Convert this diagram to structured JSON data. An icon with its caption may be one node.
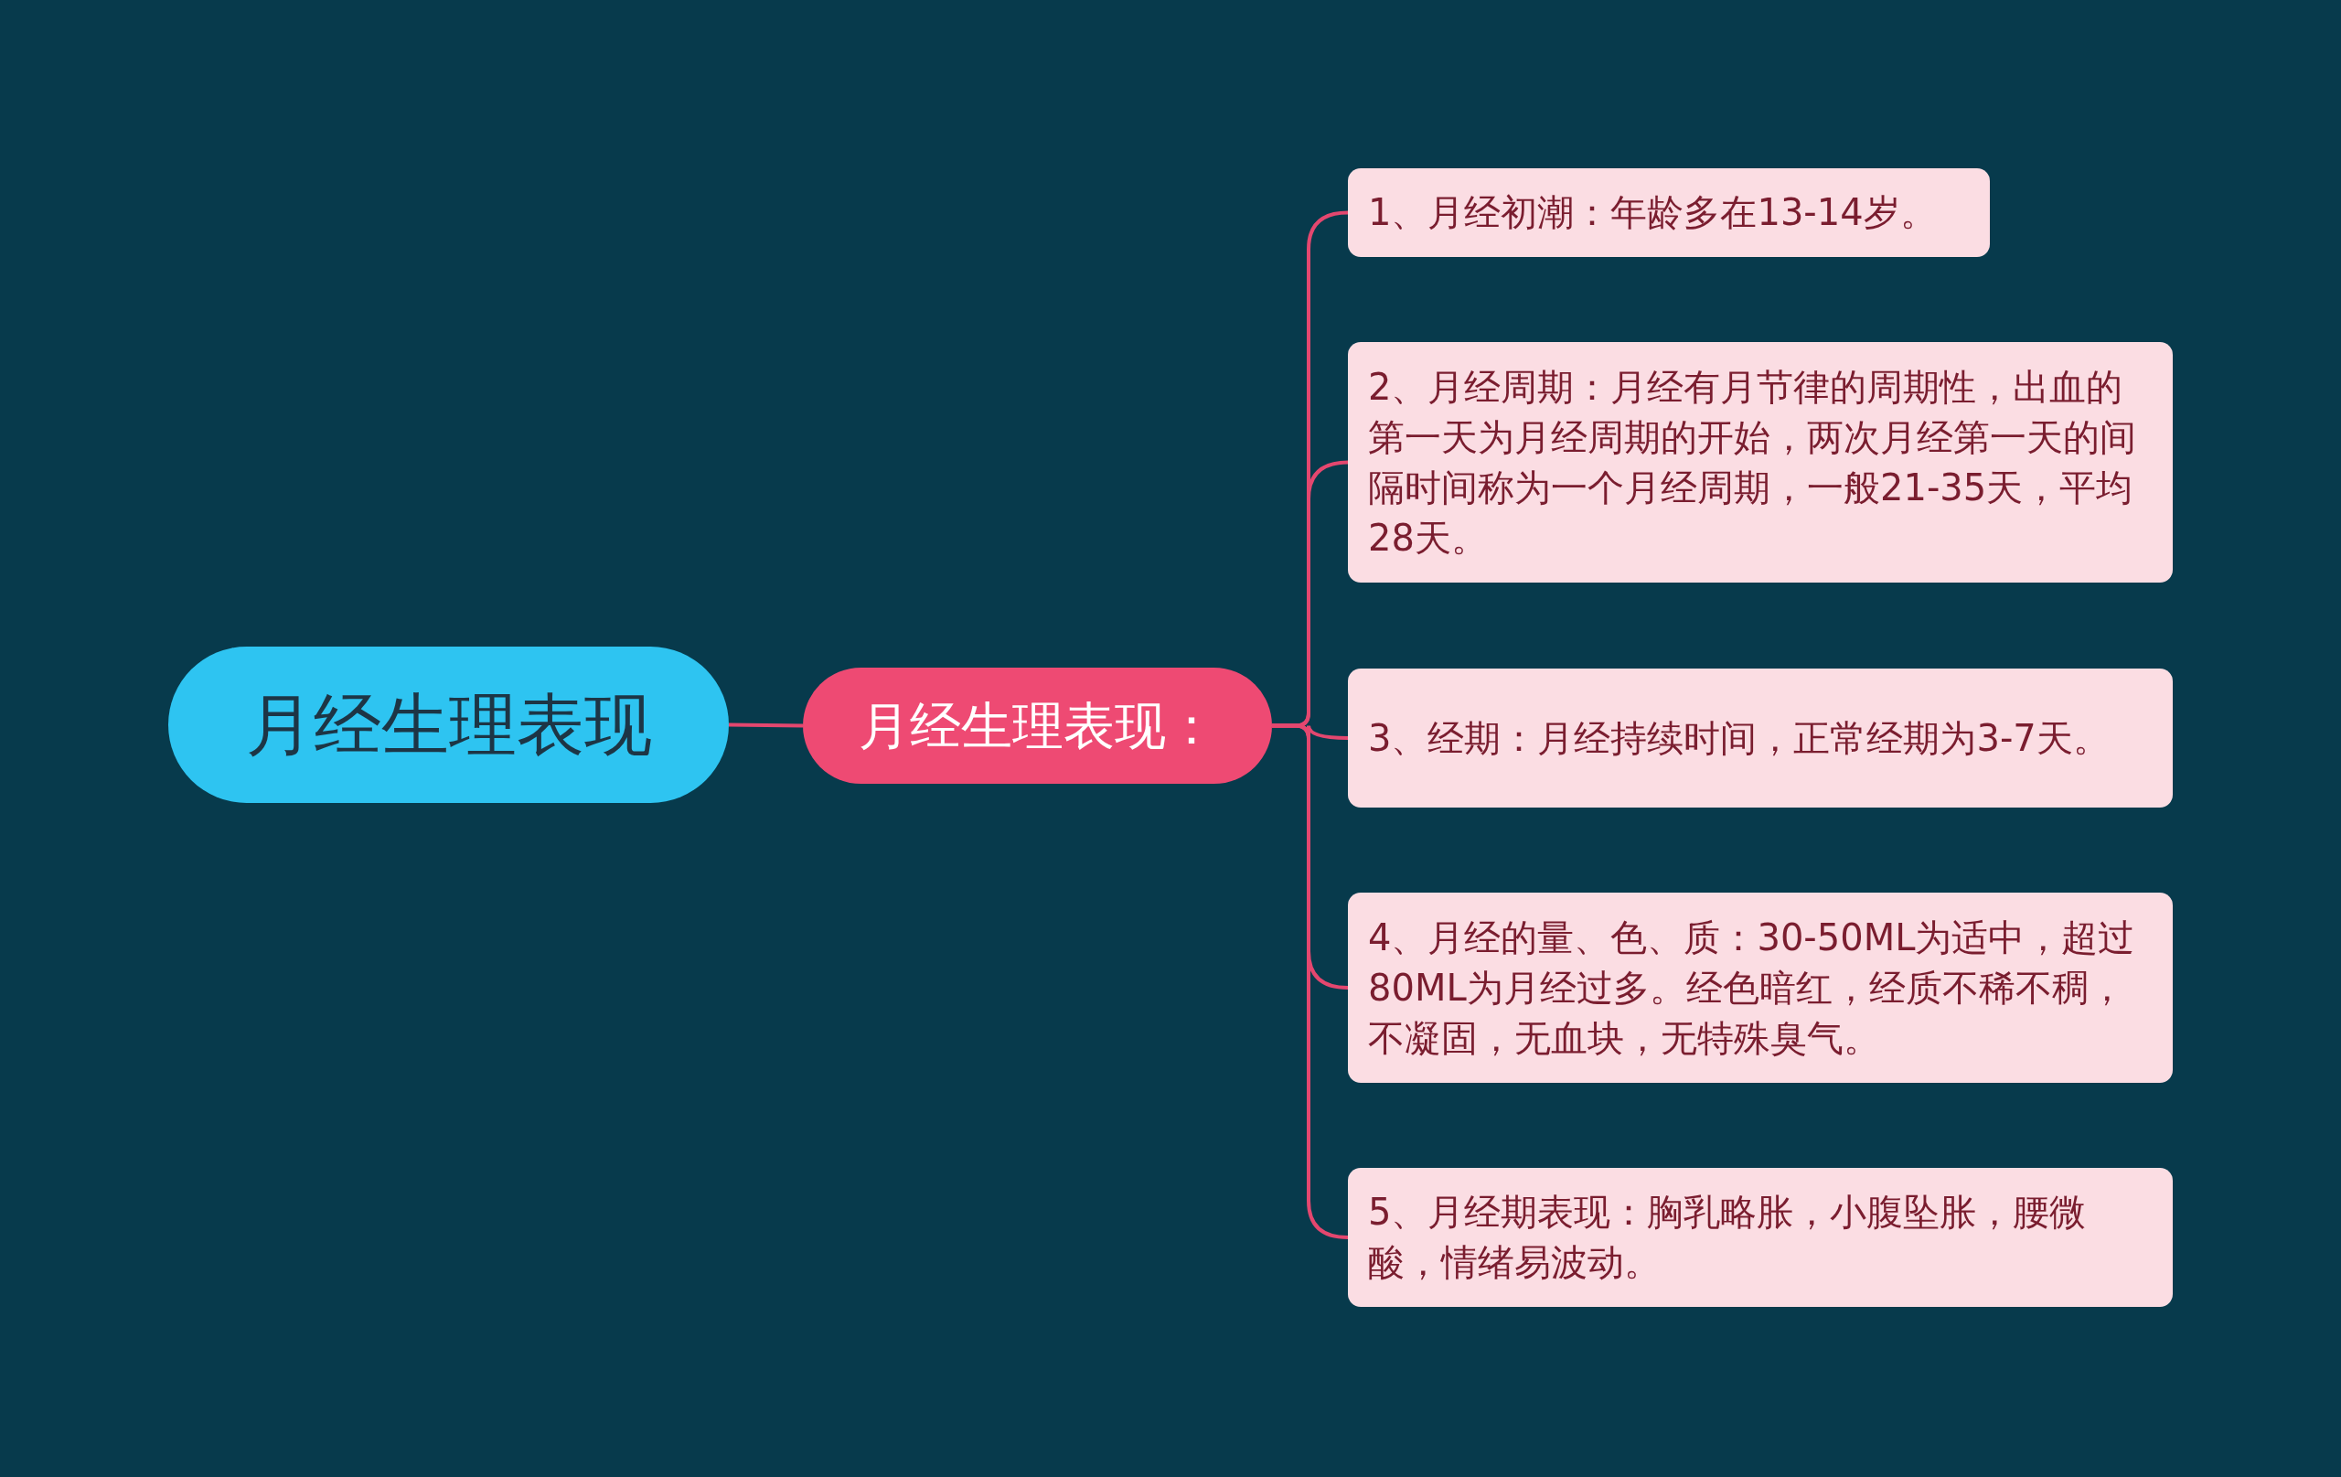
{
  "diagram": {
    "nodes": [
      {
        "text": [
          "月经生理表现"
        ]
      },
      {
        "text": [
          "月经生理表现："
        ]
      },
      {
        "text": [
          "1、月经初潮：年龄多在13-14岁。"
        ]
      },
      {
        "text": [
          "2、月经周期：月经有月节律的周期性，出血的第一天为月经周期的开始，两次月经第一天的间隔时间称为一个月经周期，一般21-35天，平均28天。"
        ]
      },
      {
        "text": [
          "3、经期：月经持续时间，正常经期为3-7天。"
        ]
      },
      {
        "text": [
          "4、月经的量、色、质：30-50ML为适中，超过80ML为月经过多。经色暗红，经质不稀不稠，不凝固，无血块，无特殊臭气。"
        ]
      },
      {
        "text": [
          "5、月经期表现：胸乳略胀，小腹坠胀，腰微酸，情绪易波动。"
        ]
      }
    ],
    "edges": [
      {
        "from": 0,
        "to": 1,
        "arrow": "none"
      },
      {
        "from": 1,
        "to": 2,
        "arrow": "none"
      },
      {
        "from": 1,
        "to": 3,
        "arrow": "none"
      },
      {
        "from": 1,
        "to": 4,
        "arrow": "none"
      },
      {
        "from": 1,
        "to": 5,
        "arrow": "none"
      },
      {
        "from": 1,
        "to": 6,
        "arrow": "none"
      }
    ]
  }
}
